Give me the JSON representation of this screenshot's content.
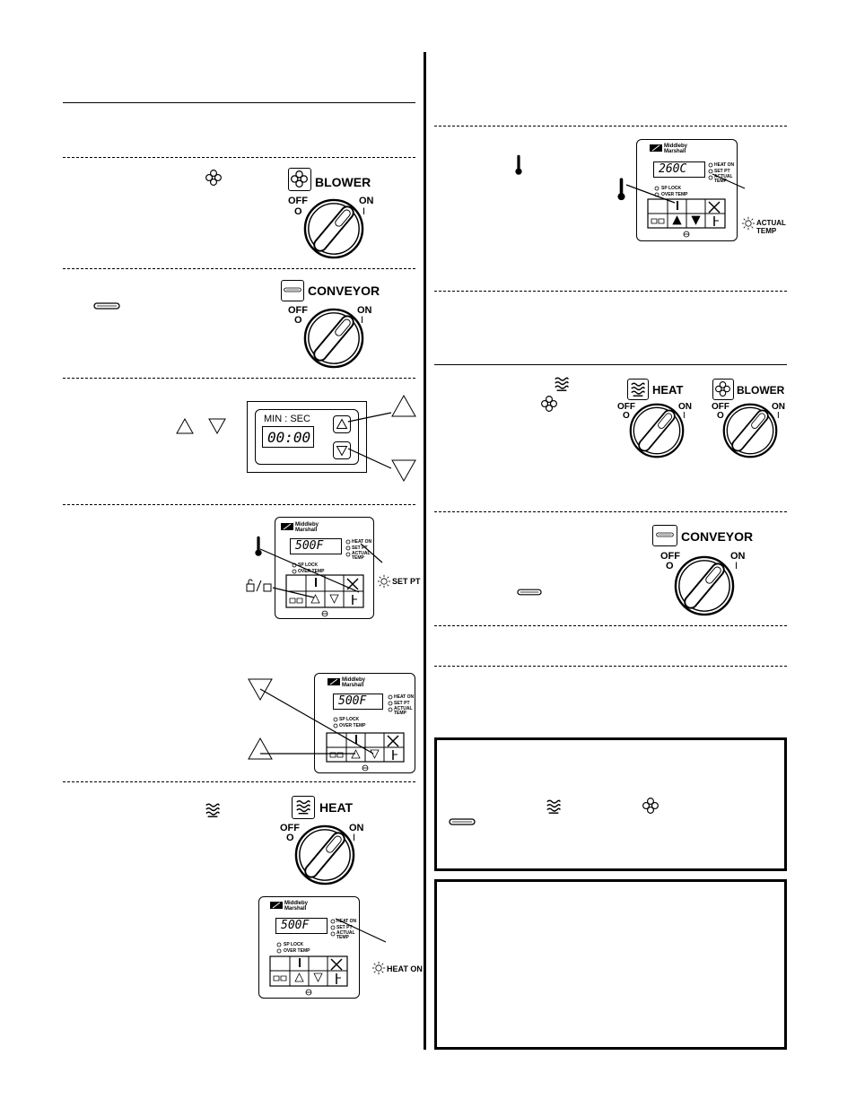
{
  "knobs": {
    "blower": {
      "title": "BLOWER",
      "off": "OFF",
      "off_sym": "O",
      "on": "ON",
      "on_sym": "I"
    },
    "conveyor": {
      "title": "CONVEYOR",
      "off": "OFF",
      "off_sym": "O",
      "on": "ON",
      "on_sym": "I"
    },
    "heat": {
      "title": "HEAT",
      "off": "OFF",
      "off_sym": "O",
      "on": "ON",
      "on_sym": "I"
    }
  },
  "timer": {
    "label": "MIN : SEC",
    "display": "00:00"
  },
  "controller": {
    "brand_line1": "Middleby",
    "brand_line2": "Marshall",
    "reg": "®",
    "led_heat_on": "HEAT ON",
    "led_set_pt": "SET PT",
    "led_actual_temp": "ACTUAL TEMP",
    "led_sp_lock": "SP LOCK",
    "led_over_temp": "OVER TEMP",
    "display_500": "500F",
    "display_260": "260C"
  },
  "indicators": {
    "set_pt": "SET PT",
    "actual_temp": "ACTUAL TEMP",
    "heat_on": "HEAT ON"
  },
  "icons": {
    "fan": "fan-icon",
    "heat": "heat-waves-icon",
    "conveyor": "conveyor-belt-icon",
    "thermometer": "thermometer-icon",
    "lock": "lock-unlock-icon",
    "up": "triangle-up-icon",
    "down": "triangle-down-icon",
    "sun": "indicator-light-icon"
  }
}
